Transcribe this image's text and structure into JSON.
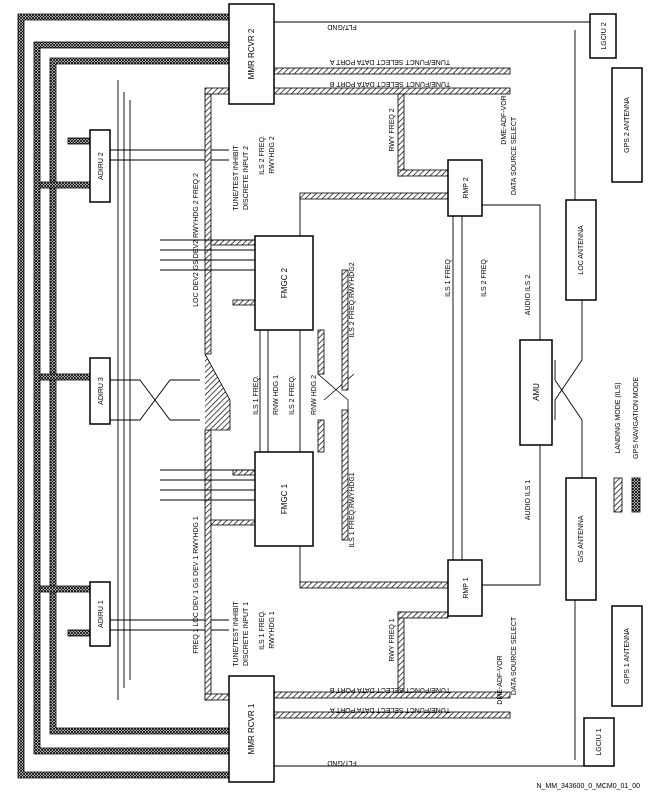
{
  "boxes": {
    "mmr_rcvr2": "MMR RCVR 2",
    "mmr_rcvr1": "MMR RCVR 1",
    "adiru2": "ADIRU 2",
    "adiru3": "ADIRU 3",
    "adiru1": "ADIRU 1",
    "fmgc2": "FMGC 2",
    "fmgc1": "FMGC 1",
    "rmp2": "RMP 2",
    "rmp1": "RMP 1",
    "amu": "AMU",
    "lgciu2": "LGCIU 2",
    "lgciu1": "LGCIU 1",
    "gps2_antenna": "GPS 2 ANTENNA",
    "gps1_antenna": "GPS 1 ANTENNA",
    "loc_antenna": "LOC ANTENNA",
    "gs_antenna": "G/S ANTENNA"
  },
  "signals": {
    "flt_gnd_top": "FLT/GND",
    "flt_gnd_bottom": "FLT/GND",
    "tune_port_a_top": "TUNE/FUNCT SELECT DATA PORT A",
    "tune_port_b_top": "TUNE/FUNCT SELECT DATA PORT B",
    "tune_port_b_bottom": "TUNE/FUNCT SELECT DATA PORT B",
    "tune_port_a_bottom": "TUNE/FUNCT SELECT DATA PORT A",
    "dme_adf_vor_2": "DME-ADF-VOR",
    "data_source_select_2": "DATA SOURCE SELECT",
    "dme_adf_vor_1": "DME-ADF-VOR",
    "data_source_select_1": "DATA SOURCE SELECT",
    "rwy_freq2": "RWY FREQ 2",
    "rwy_freq1": "RWY FREQ 1",
    "tune_test_inhibit_2": "TUNE/TEST INHIBIT",
    "discrete_input_2": "DISCRETE INPUT 2",
    "ils2_freq_rwyhdg2": "ILS 2 FREQ.",
    "rwyhdg2_label": "RWYHDG 2",
    "tune_test_inhibit_1": "TUNE/TEST INHIBIT",
    "discrete_input_1": "DISCRETE INPUT 1",
    "ils1_freq_rwyhdg1": "ILS 1 FREQ.",
    "rwyhdg1_label": "RWYHDG 1",
    "loc_dev2_line": "LOC DEV2 GS DEV2 RWYHDG 2 FREQ 2",
    "freq1_loc_dev1_line": "FREQ 1 LOC DEV 1 GS DEV 1 RWYHDG 1",
    "ils1_freq_rmp": "ILS 1 FREQ",
    "ils2_freq_rmp": "ILS 2 FREQ",
    "ils1_freq_fmgc": "ILS 1 FREQ.",
    "ils2_freq_fmgc": "ILS 2 FREQ.",
    "rnw_hdg1": "RNW HDG 1",
    "rnw_hdg2": "RNW HDG 2",
    "ils2_freq_rwyhdg2_long": "ILS 2 FREQ.RWYHDG2",
    "ils1_freq_rwyhdg1_long": "ILS 1 FREQ.RWYHDG1",
    "audio_ils2": "AUDIO ILS 2",
    "audio_ils1": "AUDIO ILS 1"
  },
  "legend": {
    "landing_mode": "LANDING MODE (ILS)",
    "gps_navigation_mode": "GPS NAVIGATION MODE"
  },
  "reference": "N_MM_343600_0_MCM0_01_00"
}
